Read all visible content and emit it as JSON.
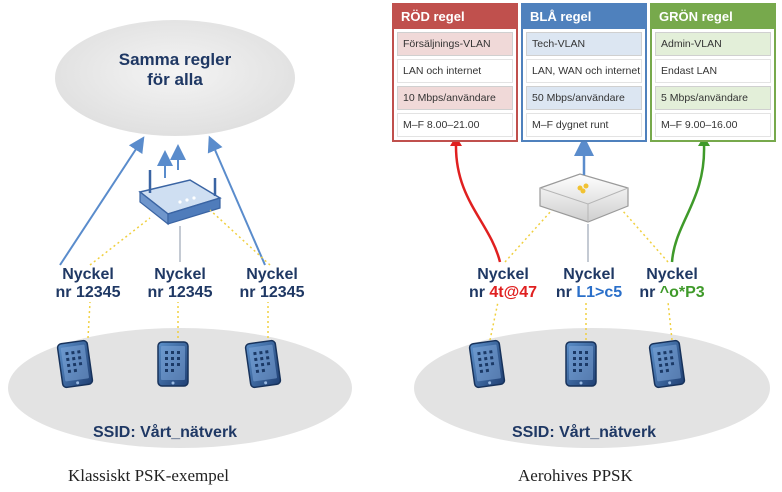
{
  "left": {
    "cloud_title": "Samma regler\nför alla",
    "keys": [
      {
        "label": "Nyckel",
        "value": "nr 12345"
      },
      {
        "label": "Nyckel",
        "value": "nr 12345"
      },
      {
        "label": "Nyckel",
        "value": "nr 12345"
      }
    ],
    "ssid": "SSID: Vårt_nätverk",
    "caption": "Klassiskt PSK-exempel"
  },
  "right": {
    "rules": [
      {
        "title": "RÖD regel",
        "rows": [
          "Försäljnings-VLAN",
          "LAN och internet",
          "10 Mbps/användare",
          "M–F 8.00–21.00"
        ],
        "color": "#c0504d"
      },
      {
        "title": "BLÅ regel",
        "rows": [
          "Tech-VLAN",
          "LAN, WAN och internet",
          "50 Mbps/användare",
          "M–F dygnet runt"
        ],
        "color": "#4f81bd"
      },
      {
        "title": "GRÖN regel",
        "rows": [
          "Admin-VLAN",
          "Endast LAN",
          "5 Mbps/användare",
          "M–F 9.00–16.00"
        ],
        "color": "#77a94c"
      }
    ],
    "keys": [
      {
        "label": "Nyckel",
        "prefix": "nr ",
        "value": "4t@47",
        "color": "#e02020"
      },
      {
        "label": "Nyckel",
        "prefix": "nr ",
        "value": "L1>c5",
        "color": "#2a6fc9"
      },
      {
        "label": "Nyckel",
        "prefix": "nr ",
        "value": "^o*P3",
        "color": "#3f9a2a"
      }
    ],
    "ssid": "SSID: Vårt_nätverk",
    "caption": "Aerohives PPSK"
  }
}
